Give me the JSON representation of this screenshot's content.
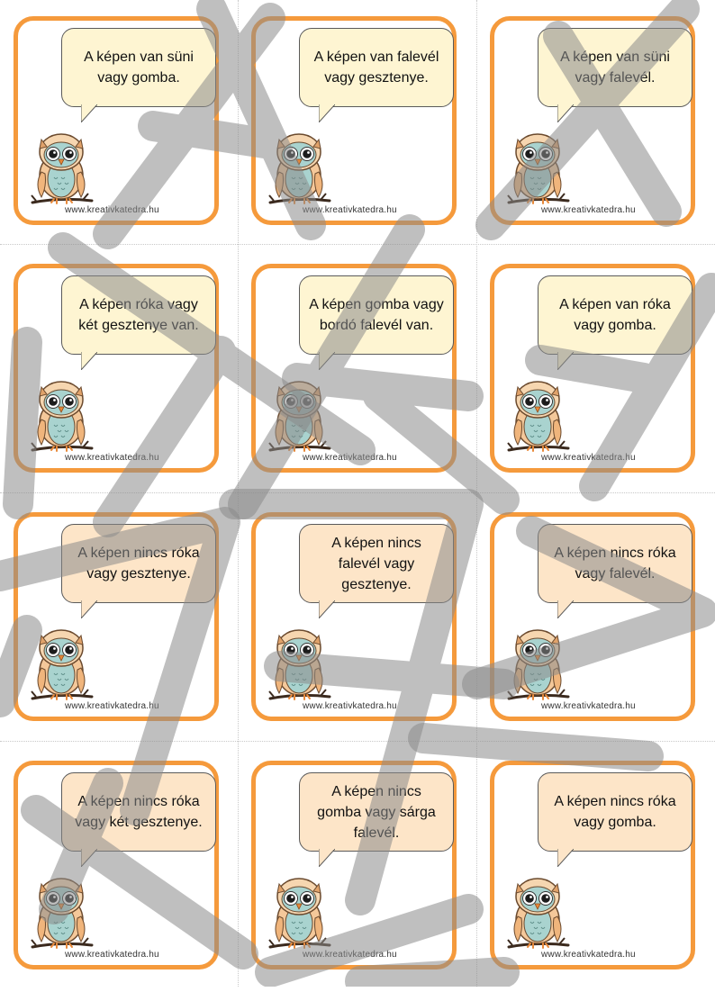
{
  "site_label": "www.kreativkatedra.hu",
  "colors": {
    "border": "#f59a3c",
    "bubble_yellow": "#fef5d2",
    "bubble_peach": "#fde5c8"
  },
  "cards": [
    {
      "text": "A képen van süni vagy gomba.",
      "bubble": "yellow"
    },
    {
      "text": "A képen van falevél vagy gesztenye.",
      "bubble": "yellow"
    },
    {
      "text": "A képen van süni vagy falevél.",
      "bubble": "yellow"
    },
    {
      "text": "A képen róka vagy két gesztenye van.",
      "bubble": "yellow"
    },
    {
      "text": "A képen gomba vagy bordó falevél van.",
      "bubble": "yellow"
    },
    {
      "text": "A képen van róka vagy gomba.",
      "bubble": "yellow"
    },
    {
      "text": "A képen nincs róka vagy gesztenye.",
      "bubble": "peach"
    },
    {
      "text": "A képen nincs falevél vagy gesztenye.",
      "bubble": "peach"
    },
    {
      "text": "A képen nincs róka vagy falevél.",
      "bubble": "peach"
    },
    {
      "text": "A képen nincs róka vagy két gesztenye.",
      "bubble": "peach"
    },
    {
      "text": "A képen nincs gomba vagy sárga falevél.",
      "bubble": "peach"
    },
    {
      "text": "A képen nincs róka vagy gomba.",
      "bubble": "peach"
    }
  ],
  "watermark": {
    "text": "TANA",
    "icon": "watermark-letters"
  }
}
